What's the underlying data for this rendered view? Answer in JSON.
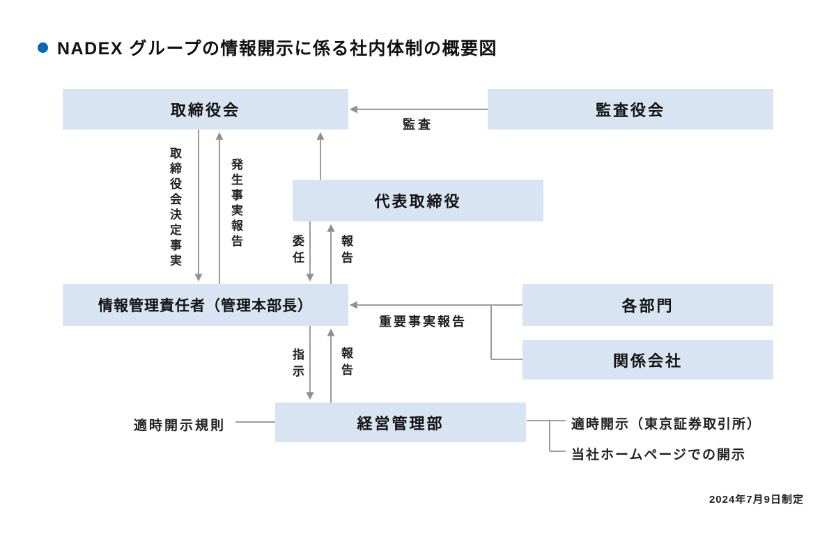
{
  "title": {
    "text": "NADEX グループの情報開示に係る社内体制の概要図"
  },
  "boxes": {
    "board_of_directors": "取締役会",
    "audit_board": "監査役会",
    "representative_director": "代表取締役",
    "information_manager": "情報管理責任者（管理本部長）",
    "departments": "各部門",
    "affiliated_companies": "関係会社",
    "management_dept": "経営管理部"
  },
  "arrow_labels": {
    "audit": "監査",
    "board_decided_facts": "取締役会決定事実",
    "occurred_facts_report": "発生事実報告",
    "delegation": "委任",
    "report_to_representative": "報告",
    "important_facts_report": "重要事実報告",
    "instruction": "指示",
    "report_to_management": "報告"
  },
  "side_labels": {
    "timely_disclosure_rules": "適時開示規則",
    "tse_disclosure": "適時開示（東京証券取引所）",
    "website_disclosure": "当社ホームページでの開示"
  },
  "footer": {
    "established": "2024年7月9日制定"
  },
  "colors": {
    "box_bg": "#d9e4f3",
    "line_color": "#8f8f8f",
    "bullet_color": "#0068b7"
  }
}
